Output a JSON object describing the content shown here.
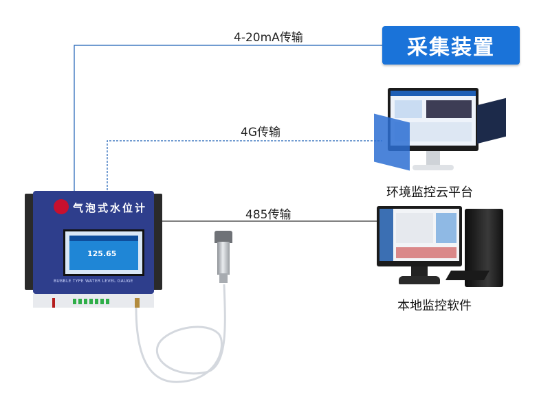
{
  "badge": {
    "text": "采集装置",
    "color": "#1a73d9"
  },
  "links": {
    "analog": "4-20mA传输",
    "cellular": "4G传输",
    "rs485": "485传输"
  },
  "targets": {
    "cloud": "环境监控云平台",
    "local": "本地监控软件"
  },
  "device": {
    "title": "气泡式水位计",
    "subtitle": "BUBBLE TYPE WATER LEVEL GAUGE",
    "reading": "125.65"
  },
  "colors": {
    "line_blue": "#1a5fb4",
    "line_dark": "#333333",
    "device_body": "#2e3e8c"
  }
}
